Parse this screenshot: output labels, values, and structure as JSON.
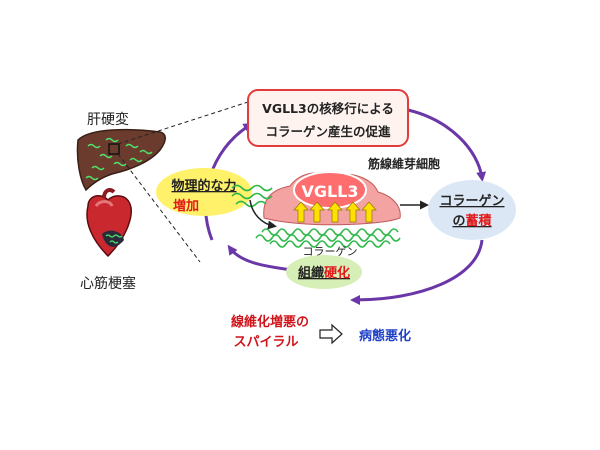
{
  "organs": {
    "liver_label": "肝硬変",
    "heart_label": "心筋梗塞"
  },
  "top_box": {
    "line1": "VGLL3の核移行による",
    "line2": "コラーゲン産生の促進"
  },
  "force": {
    "line1": "物理的な力",
    "line2": "増加"
  },
  "cell": {
    "label": "筋線維芽細胞",
    "protein": "VGLL3",
    "collagen_label": "コラーゲン"
  },
  "accumulation": {
    "line1": "コラーゲン",
    "line2_prefix": "の",
    "line2_highlight": "蓄積"
  },
  "stiffening": {
    "prefix": "組織",
    "highlight": "硬化"
  },
  "spiral": {
    "line1": "線維化増悪の",
    "line2": "スパイラル"
  },
  "outcome": {
    "label": "病態悪化"
  },
  "colors": {
    "cycle_arrow": "#6a36a8",
    "top_box_border": "#e23b3b",
    "top_box_fill": "#fff3f0",
    "cell_fill": "#f4a3a3",
    "nucleus_fill": "#ff6e6e",
    "force_oval": "#fff26a",
    "accumulation_oval": "#dce7f5",
    "stiffening_oval": "#d6efb6",
    "highlight_red": "#e01a1a",
    "spiral_red": "#d0141a",
    "outcome_blue": "#1e3fc8",
    "collagen_green": "#2fb84a",
    "yellow_arrow": "#ffe000"
  }
}
